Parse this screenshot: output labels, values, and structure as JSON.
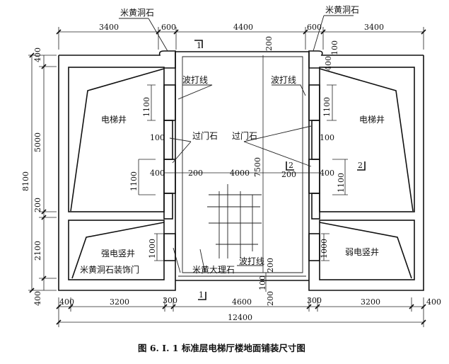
{
  "labels": {
    "beige_travertine": "米黄洞石",
    "wave_line": "波打线",
    "elevator_shaft": "电梯井",
    "threshold_stone": "过门石",
    "strong_current_shaft": "强电竖井",
    "weak_current_shaft": "弱电竖井",
    "travertine_door": "米黄洞石装饰门",
    "beige_marble": "米黄大理石"
  },
  "dims": {
    "top": [
      "3400",
      "600",
      "4400",
      "600",
      "3400"
    ],
    "left_total": "8100",
    "left": [
      "400",
      "5000",
      "200",
      "2100",
      "400"
    ],
    "bottom": [
      "400",
      "3200",
      "300",
      "4600",
      "300",
      "3200",
      "400"
    ],
    "bottom_total": "12400",
    "door_1100": "1100",
    "door_100": "100",
    "door_400": "400",
    "lobby_200": "200",
    "lobby_4000": "4000",
    "lobby_7500": "7500",
    "shaft_1000": "1000",
    "right_100": "100",
    "right_400": "400"
  },
  "sections": {
    "s1": "1",
    "s2": "2"
  },
  "caption": "图 6. Ⅰ. 1   标准层电梯厅楼地面铺装尺寸图"
}
